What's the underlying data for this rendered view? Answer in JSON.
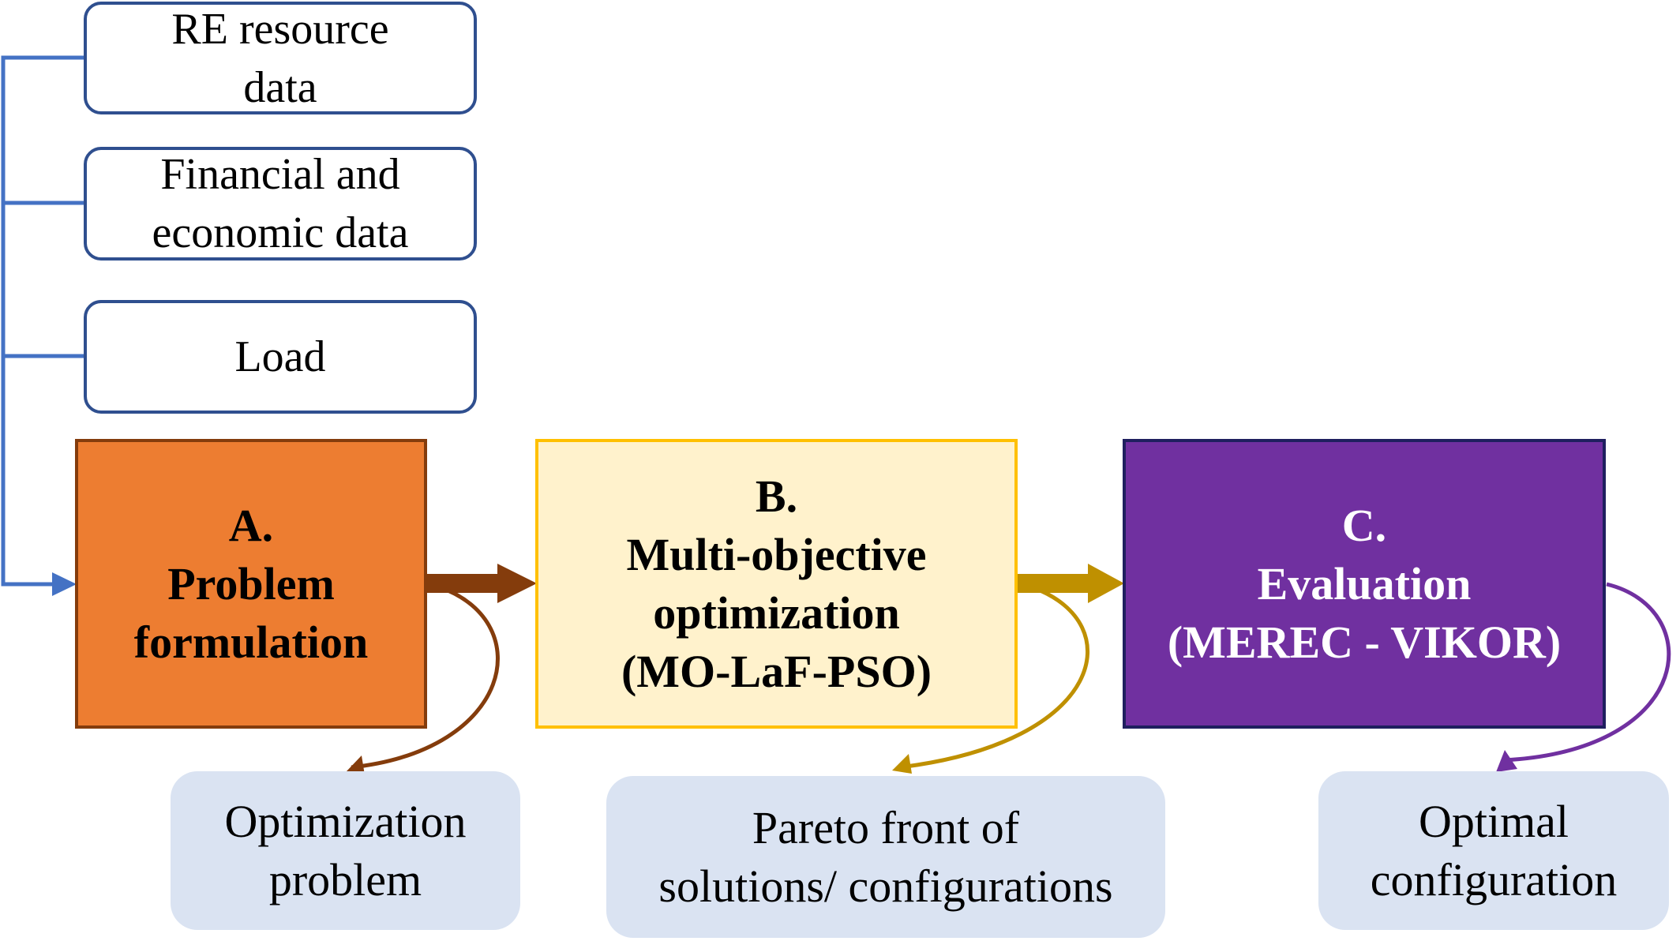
{
  "inputs": [
    {
      "label": "RE resource\ndata"
    },
    {
      "label": "Financial and\neconomic data"
    },
    {
      "label": "Load"
    }
  ],
  "steps": [
    {
      "label": "A.\nProblem\nformulation",
      "fill": "#ed7d31",
      "border": "#843c0c",
      "text_color": "#000000"
    },
    {
      "label": "B.\nMulti-objective\noptimization\n(MO-LaF-PSO)",
      "fill": "#fff2cc",
      "border": "#ffc000",
      "text_color": "#000000"
    },
    {
      "label": "C.\nEvaluation\n(MEREC - VIKOR)",
      "fill": "#7030a0",
      "border": "#1f1f5f",
      "text_color": "#ffffff"
    }
  ],
  "outputs": [
    {
      "label": "Optimization\nproblem"
    },
    {
      "label": "Pareto front of\nsolutions/ configurations"
    },
    {
      "label": "Optimal\nconfiguration"
    }
  ],
  "colors": {
    "input_connector": "#4472c4",
    "arrow_a_to_b": "#843c0c",
    "arrow_b_to_c": "#bf9000",
    "curve_a": "#843c0c",
    "curve_b": "#bf9000",
    "curve_c": "#7030a0",
    "output_fill": "#dae3f2"
  }
}
